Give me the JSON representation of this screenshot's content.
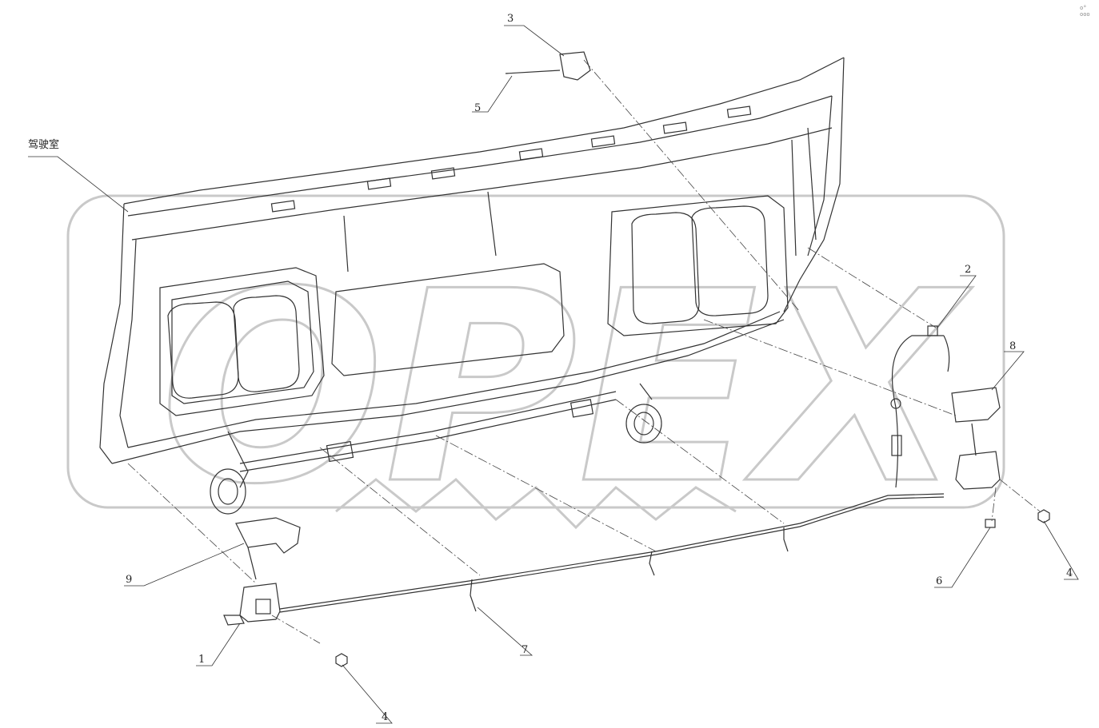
{
  "diagram": {
    "cab_label": "驾驶室",
    "callouts": [
      "1",
      "2",
      "3",
      "4",
      "4",
      "5",
      "6",
      "7",
      "8",
      "9"
    ],
    "watermark": "OPEX",
    "corner_mark": "o° ooo"
  },
  "colors": {
    "line": "#333333",
    "watermark": "#c9c9c9"
  }
}
